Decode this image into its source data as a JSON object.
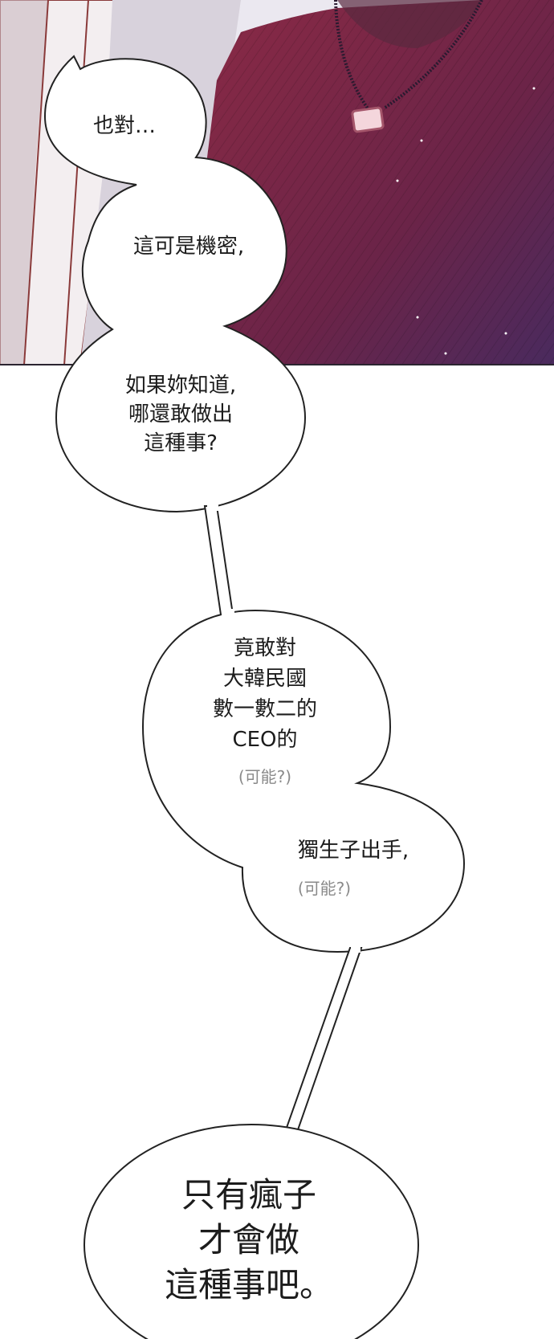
{
  "bubbles": {
    "b1": "也對…",
    "b2": "這可是機密,",
    "b3": "如果妳知道,\n哪還敢做出\n這種事?",
    "b4": "竟敢對\n大韓民國\n數一數二的\nCEO的",
    "b4_note": "(可能?)",
    "b5": "獨生子出手,",
    "b5_note": "(可能?)",
    "b6": "只有瘋子\n才會做\n這種事吧。"
  },
  "colors": {
    "shirt": "#7a2a4a",
    "shirt_shadow": "#5a2048",
    "sky": "#ece9f2",
    "hair": "#8a3a3a",
    "bubble_stroke": "#222222"
  }
}
